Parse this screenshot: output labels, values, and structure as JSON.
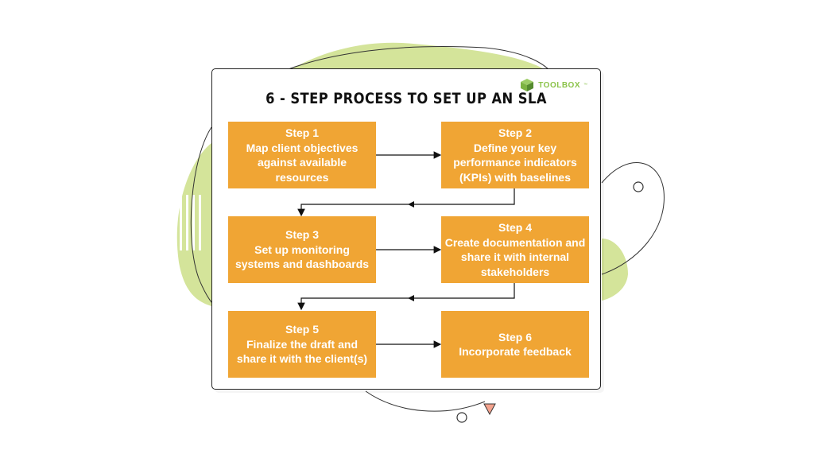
{
  "diagram": {
    "title": "6 - STEP PROCESS TO SET UP AN SLA",
    "brand": {
      "name": "TOOLBOX",
      "mark": "™",
      "color": "#8bc34a"
    },
    "step_color": "#f0a534",
    "steps": [
      {
        "label": "Step 1",
        "text": "Map client objectives against available resources"
      },
      {
        "label": "Step 2",
        "text": "Define your key performance indicators (KPIs) with baselines"
      },
      {
        "label": "Step 3",
        "text": "Set up monitoring systems and dashboards"
      },
      {
        "label": "Step 4",
        "text": "Create documentation and share it with internal stakeholders"
      },
      {
        "label": "Step 5",
        "text": "Finalize the draft and share it with the client(s)"
      },
      {
        "label": "Step 6",
        "text": "Incorporate feedback"
      }
    ]
  }
}
